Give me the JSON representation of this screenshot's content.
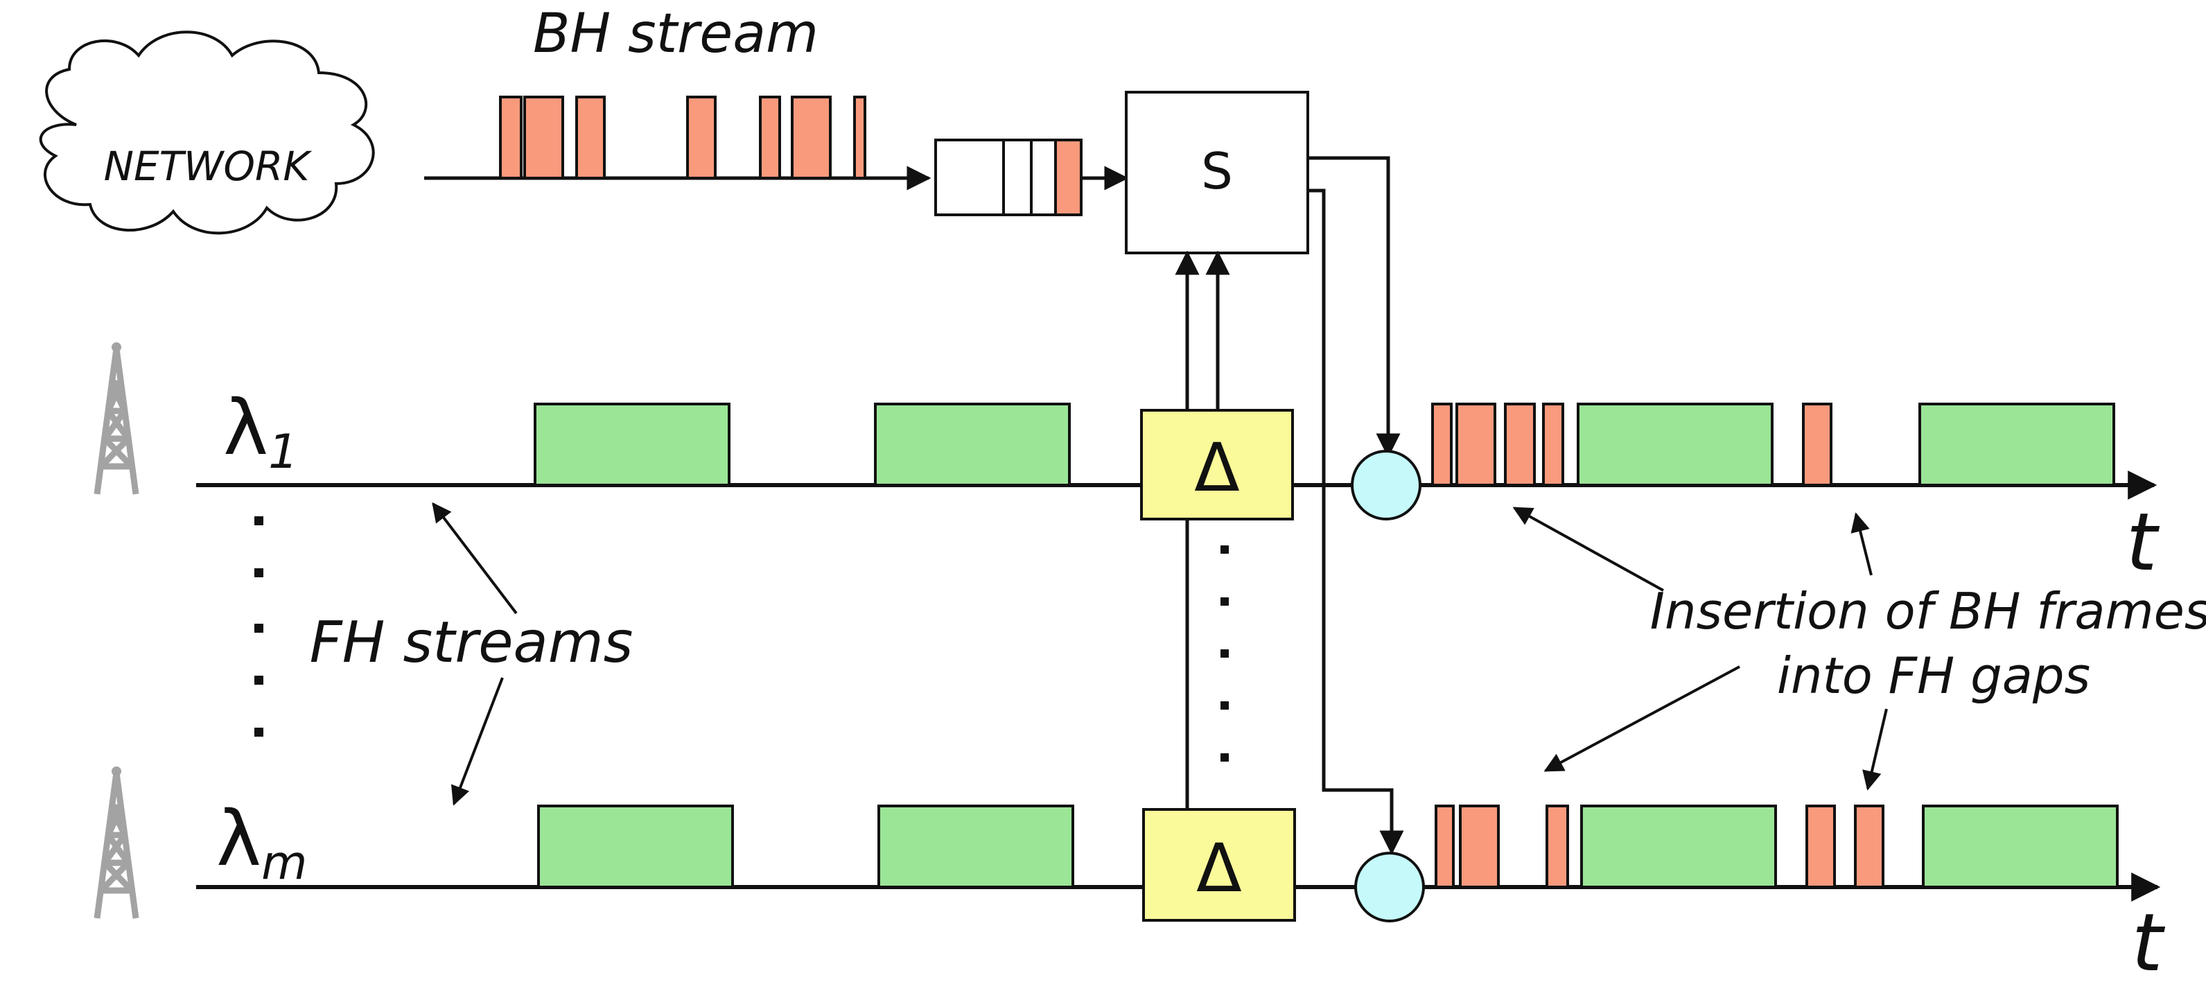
{
  "labels": {
    "network": "NETWORK",
    "bh_stream": "BH stream",
    "switch": "S",
    "lambda_1": "λ",
    "lambda_1_sub": "1",
    "lambda_m": "λ",
    "lambda_m_sub": "m",
    "delay_top": "Δ",
    "delay_bottom": "Δ",
    "fh_streams": "FH streams",
    "insertion_line1": "Insertion of BH frames",
    "insertion_line2": "into FH gaps",
    "time_axis_top": "t",
    "time_axis_bottom": "t"
  },
  "colors": {
    "bh_frame": "#fa9a7c",
    "fh_frame": "#9be597",
    "delay_box": "#fafa9a",
    "merger": "#c6fafa",
    "tower": "#a3a3a3",
    "line": "#111111"
  }
}
